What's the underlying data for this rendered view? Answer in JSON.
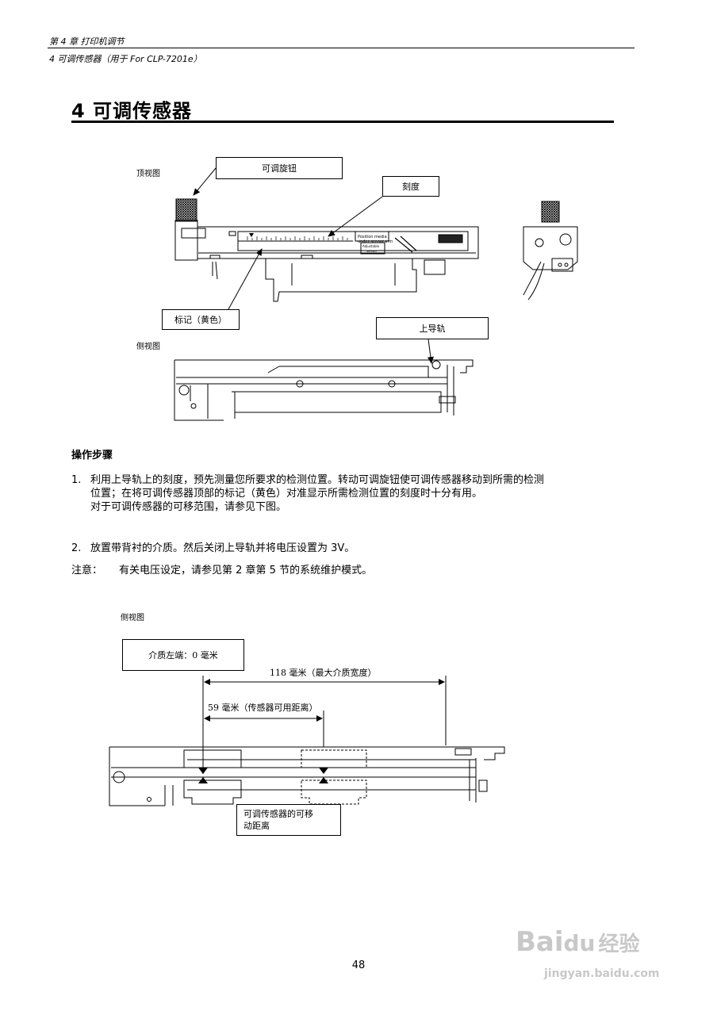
{
  "header": {
    "chapter": "第 4 章 打印机调节",
    "section": "4 可调传感器（用于 For CLP-7201e）"
  },
  "title": "4 可调传感器",
  "figure1": {
    "top_view_label": "顶视图",
    "side_view_label": "侧视图",
    "callout_knob": "可调旋钮",
    "callout_scale": "刻度",
    "callout_mark": "标记（黄色）",
    "callout_rail": "上导轨",
    "sensor_text_1": "Position media",
    "sensor_text_2": "under sensor arm",
    "sensor_text_3": "Adjustable",
    "sensor_text_4": "sensor"
  },
  "procedure": {
    "heading": "操作步骤",
    "step1_num": "1.",
    "step1_line1": "利用上导轨上的刻度，预先测量您所要求的检测位置。转动可调旋钮使可调传感器移动到所需的检测",
    "step1_line2": "位置；在将可调传感器顶部的标记（黄色）对准显示所需检测位置的刻度时十分有用。",
    "step1_line3": "对于可调传感器的可移范围，请参见下图。",
    "step2_num": "2.",
    "step2_text": "放置带背衬的介质。然后关闭上导轨并将电压设置为 3V。",
    "note_label": "注意：",
    "note_text": "有关电压设定，请参见第 2 章第 5 节的系统维护模式。"
  },
  "figure2": {
    "side_view_label": "侧视图",
    "media_left": "介质左端：0 毫米",
    "max_width": "118 毫米（最大介质宽度）",
    "sensor_range": "59 毫米（传感器可用距离）",
    "movable_line1": "可调传感器的可移",
    "movable_line2": "动距离"
  },
  "page_number": "48",
  "watermark": {
    "brand": "Bai",
    "brand_paw": "du",
    "brand_cn": "经验",
    "url": "jingyan.baidu.com"
  }
}
